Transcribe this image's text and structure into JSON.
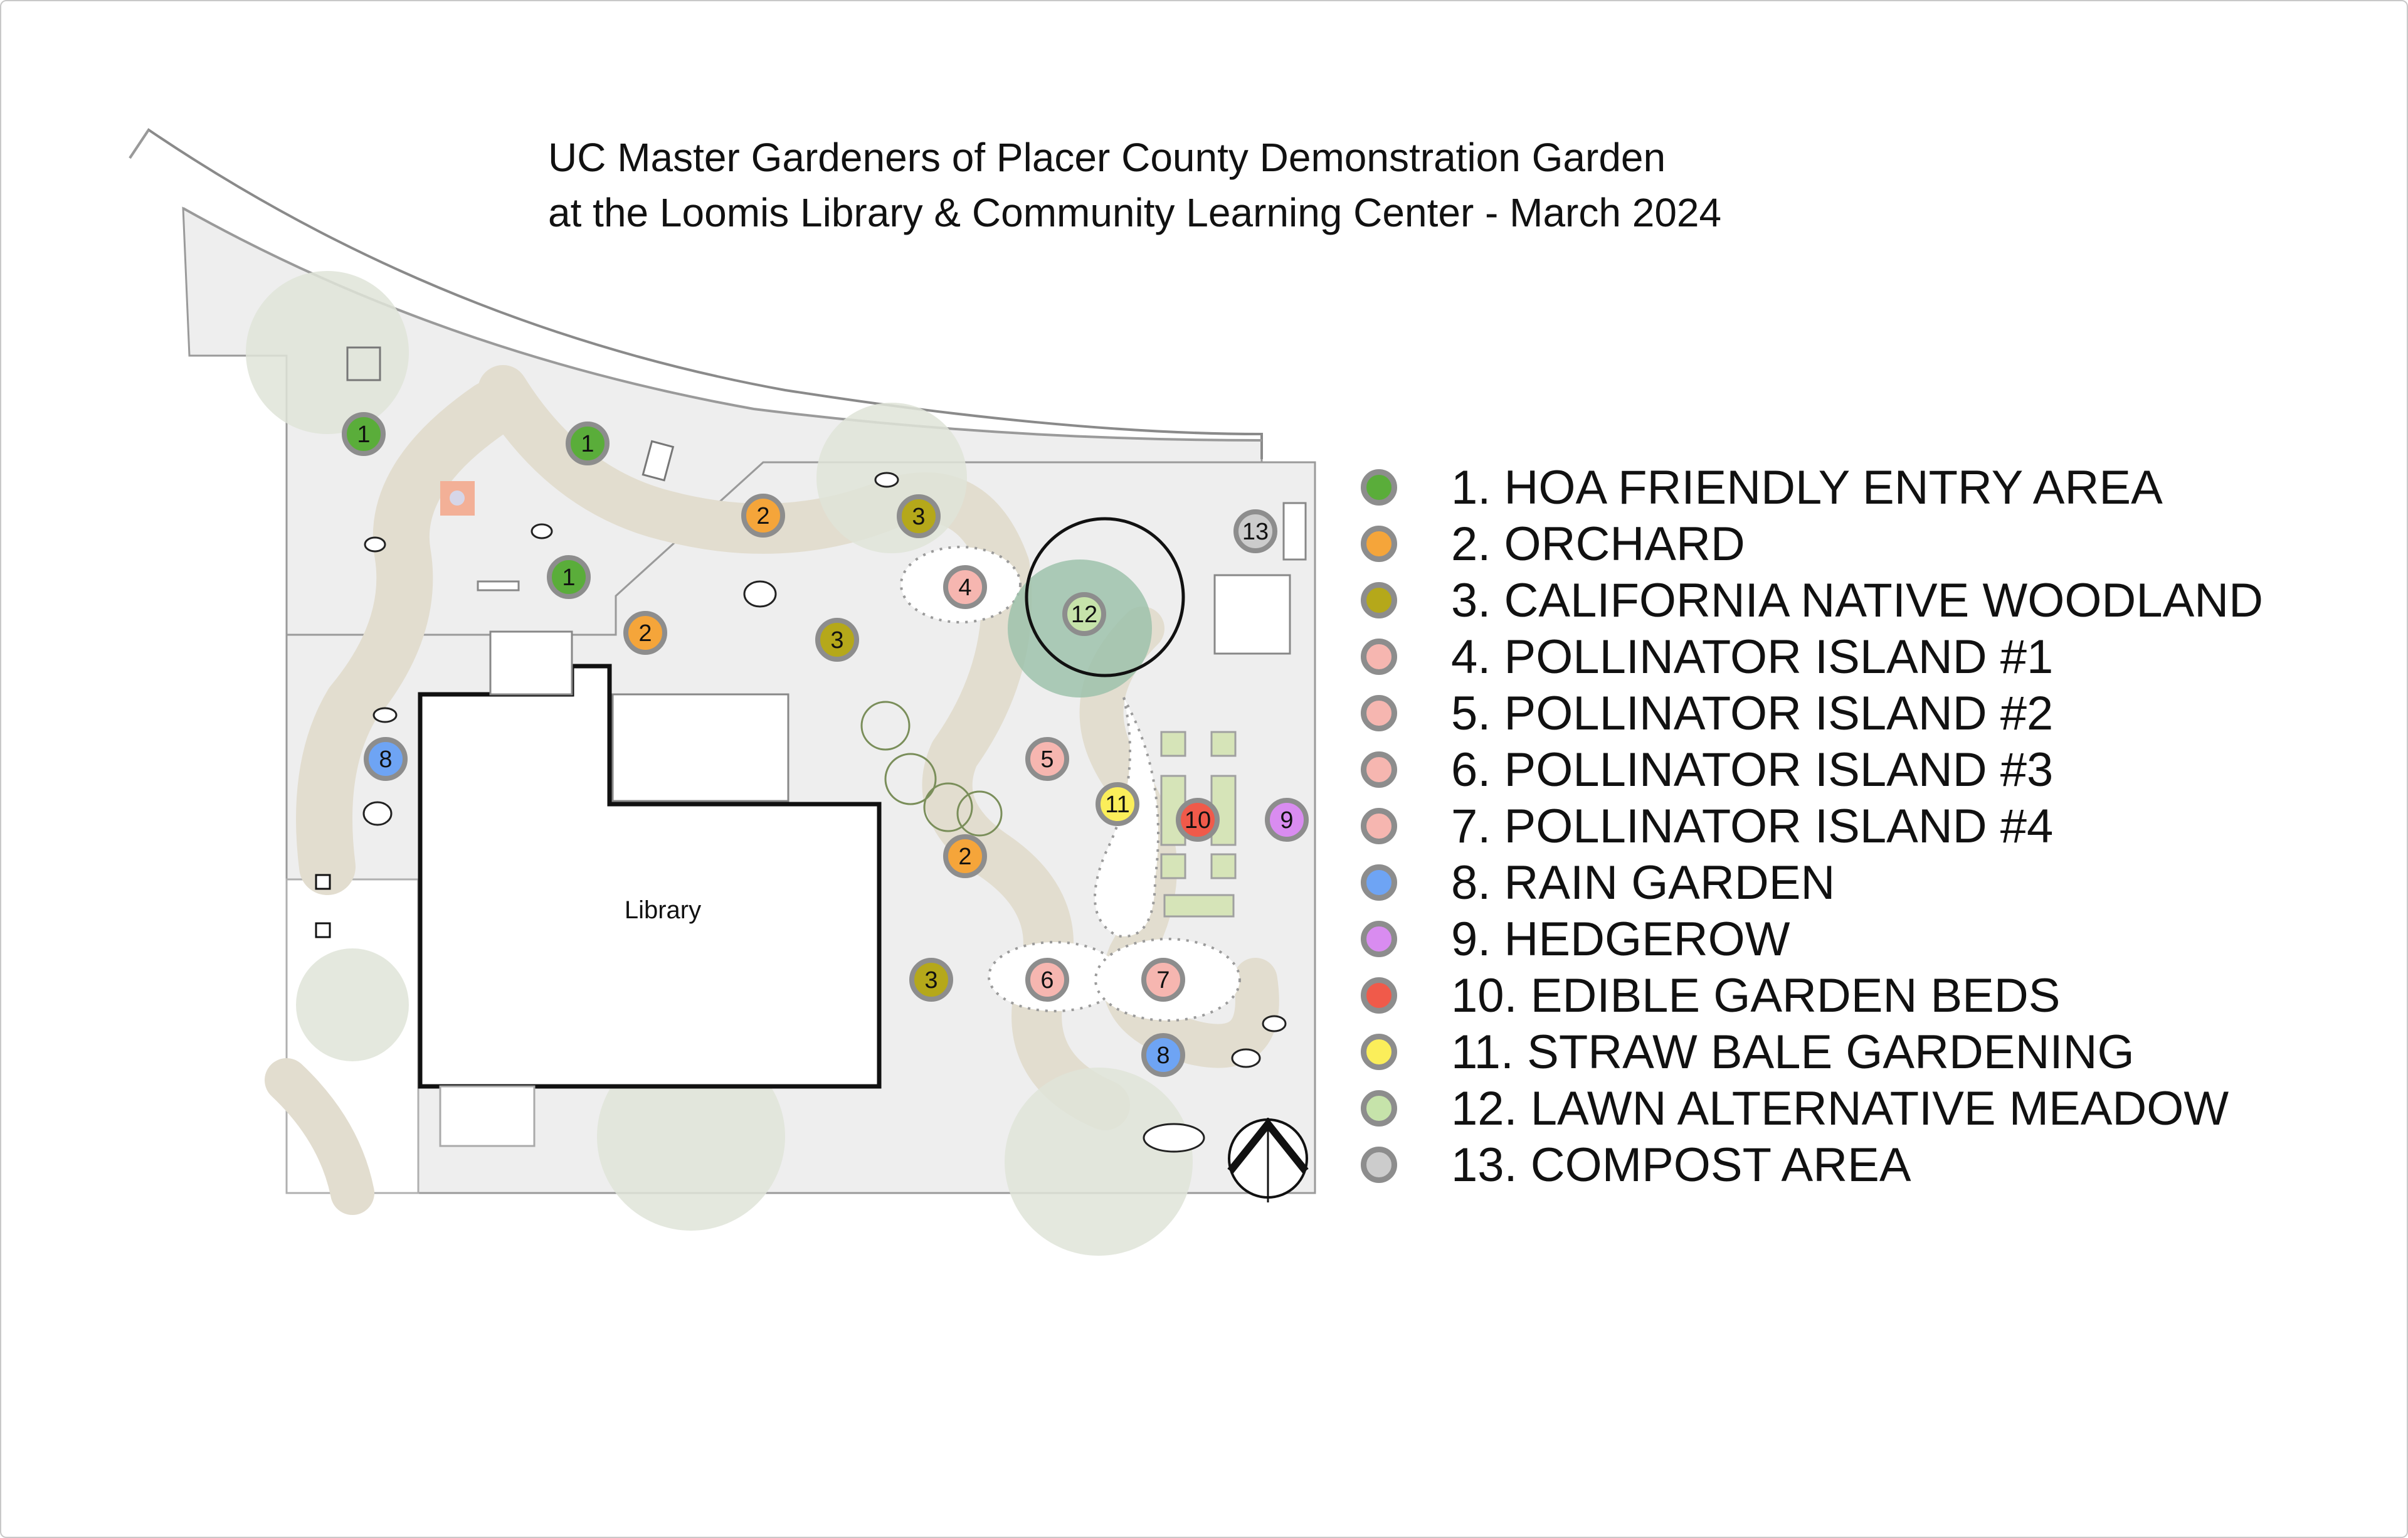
{
  "title": {
    "line1": "UC Master Gardeners of Placer County Demonstration Garden",
    "line2": "at the Loomis Library & Community Learning Center - March 2024"
  },
  "map": {
    "building_label": "Library",
    "markers": [
      {
        "num": "1",
        "color": "#5aad3a"
      },
      {
        "num": "1",
        "color": "#5aad3a"
      },
      {
        "num": "1",
        "color": "#5aad3a"
      },
      {
        "num": "2",
        "color": "#f5a53a"
      },
      {
        "num": "2",
        "color": "#f5a53a"
      },
      {
        "num": "2",
        "color": "#f5a53a"
      },
      {
        "num": "3",
        "color": "#b5a81a"
      },
      {
        "num": "3",
        "color": "#b5a81a"
      },
      {
        "num": "3",
        "color": "#b5a81a"
      },
      {
        "num": "4",
        "color": "#f6b6b0"
      },
      {
        "num": "5",
        "color": "#f6b6b0"
      },
      {
        "num": "6",
        "color": "#f6b6b0"
      },
      {
        "num": "7",
        "color": "#f6b6b0"
      },
      {
        "num": "8",
        "color": "#6ea4f4"
      },
      {
        "num": "8",
        "color": "#6ea4f4"
      },
      {
        "num": "9",
        "color": "#d98cf0"
      },
      {
        "num": "10",
        "color": "#f05a4a"
      },
      {
        "num": "11",
        "color": "#fbee5a"
      },
      {
        "num": "12",
        "color": "#c6e3aa"
      },
      {
        "num": "13",
        "color": "#cccccc"
      }
    ]
  },
  "legend": [
    {
      "label": "1. HOA FRIENDLY ENTRY AREA",
      "color": "#5aad3a"
    },
    {
      "label": "2. ORCHARD",
      "color": "#f5a53a"
    },
    {
      "label": "3. CALIFORNIA NATIVE WOODLAND",
      "color": "#b5a81a"
    },
    {
      "label": "4. POLLINATOR ISLAND #1",
      "color": "#f6b6b0"
    },
    {
      "label": "5. POLLINATOR ISLAND #2",
      "color": "#f6b6b0"
    },
    {
      "label": "6. POLLINATOR ISLAND #3",
      "color": "#f6b6b0"
    },
    {
      "label": "7. POLLINATOR ISLAND #4",
      "color": "#f6b6b0"
    },
    {
      "label": "8. RAIN GARDEN",
      "color": "#6ea4f4"
    },
    {
      "label": "9. HEDGEROW",
      "color": "#d98cf0"
    },
    {
      "label": "10. EDIBLE GARDEN BEDS",
      "color": "#f05a4a"
    },
    {
      "label": "11. STRAW BALE GARDENING",
      "color": "#fbee5a"
    },
    {
      "label": "12. LAWN ALTERNATIVE MEADOW",
      "color": "#c6e3aa"
    },
    {
      "label": "13. COMPOST AREA",
      "color": "#cccccc"
    }
  ]
}
